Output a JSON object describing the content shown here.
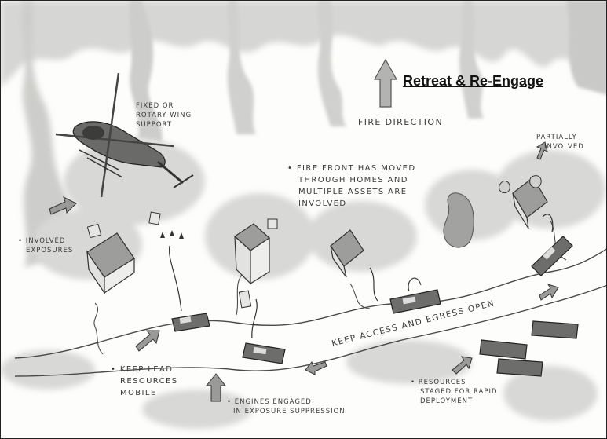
{
  "title": "Retreat & Re-Engage",
  "labels": {
    "fire_direction": "Fire Direction",
    "air_support_line1": "Fixed or",
    "air_support_line2": "Rotary Wing",
    "air_support_line3": "Support",
    "partially_line1": "Partially",
    "partially_line2": "Involved",
    "fire_front_line1": "• Fire Front has Moved",
    "fire_front_line2": "Through Homes and",
    "fire_front_line3": "Multiple Assets are",
    "fire_front_line4": "Involved",
    "exposures_line1": "• Involved",
    "exposures_line2": "Exposures",
    "keep_access": "Keep Access and Egress Open",
    "lead_line1": "• Keep Lead",
    "lead_line2": "Resources",
    "lead_line3": "Mobile",
    "engines_line1": "• Engines Engaged",
    "engines_line2": "in Exposure Suppression",
    "staged_line1": "• Resources",
    "staged_line2": "Staged for Rapid",
    "staged_line3": "Deployment"
  },
  "colors": {
    "smoke": "#cfcfcd",
    "smoke_dark": "#a9a9a7",
    "ink": "#3a3a3a",
    "roof": "#8f8f8f"
  }
}
